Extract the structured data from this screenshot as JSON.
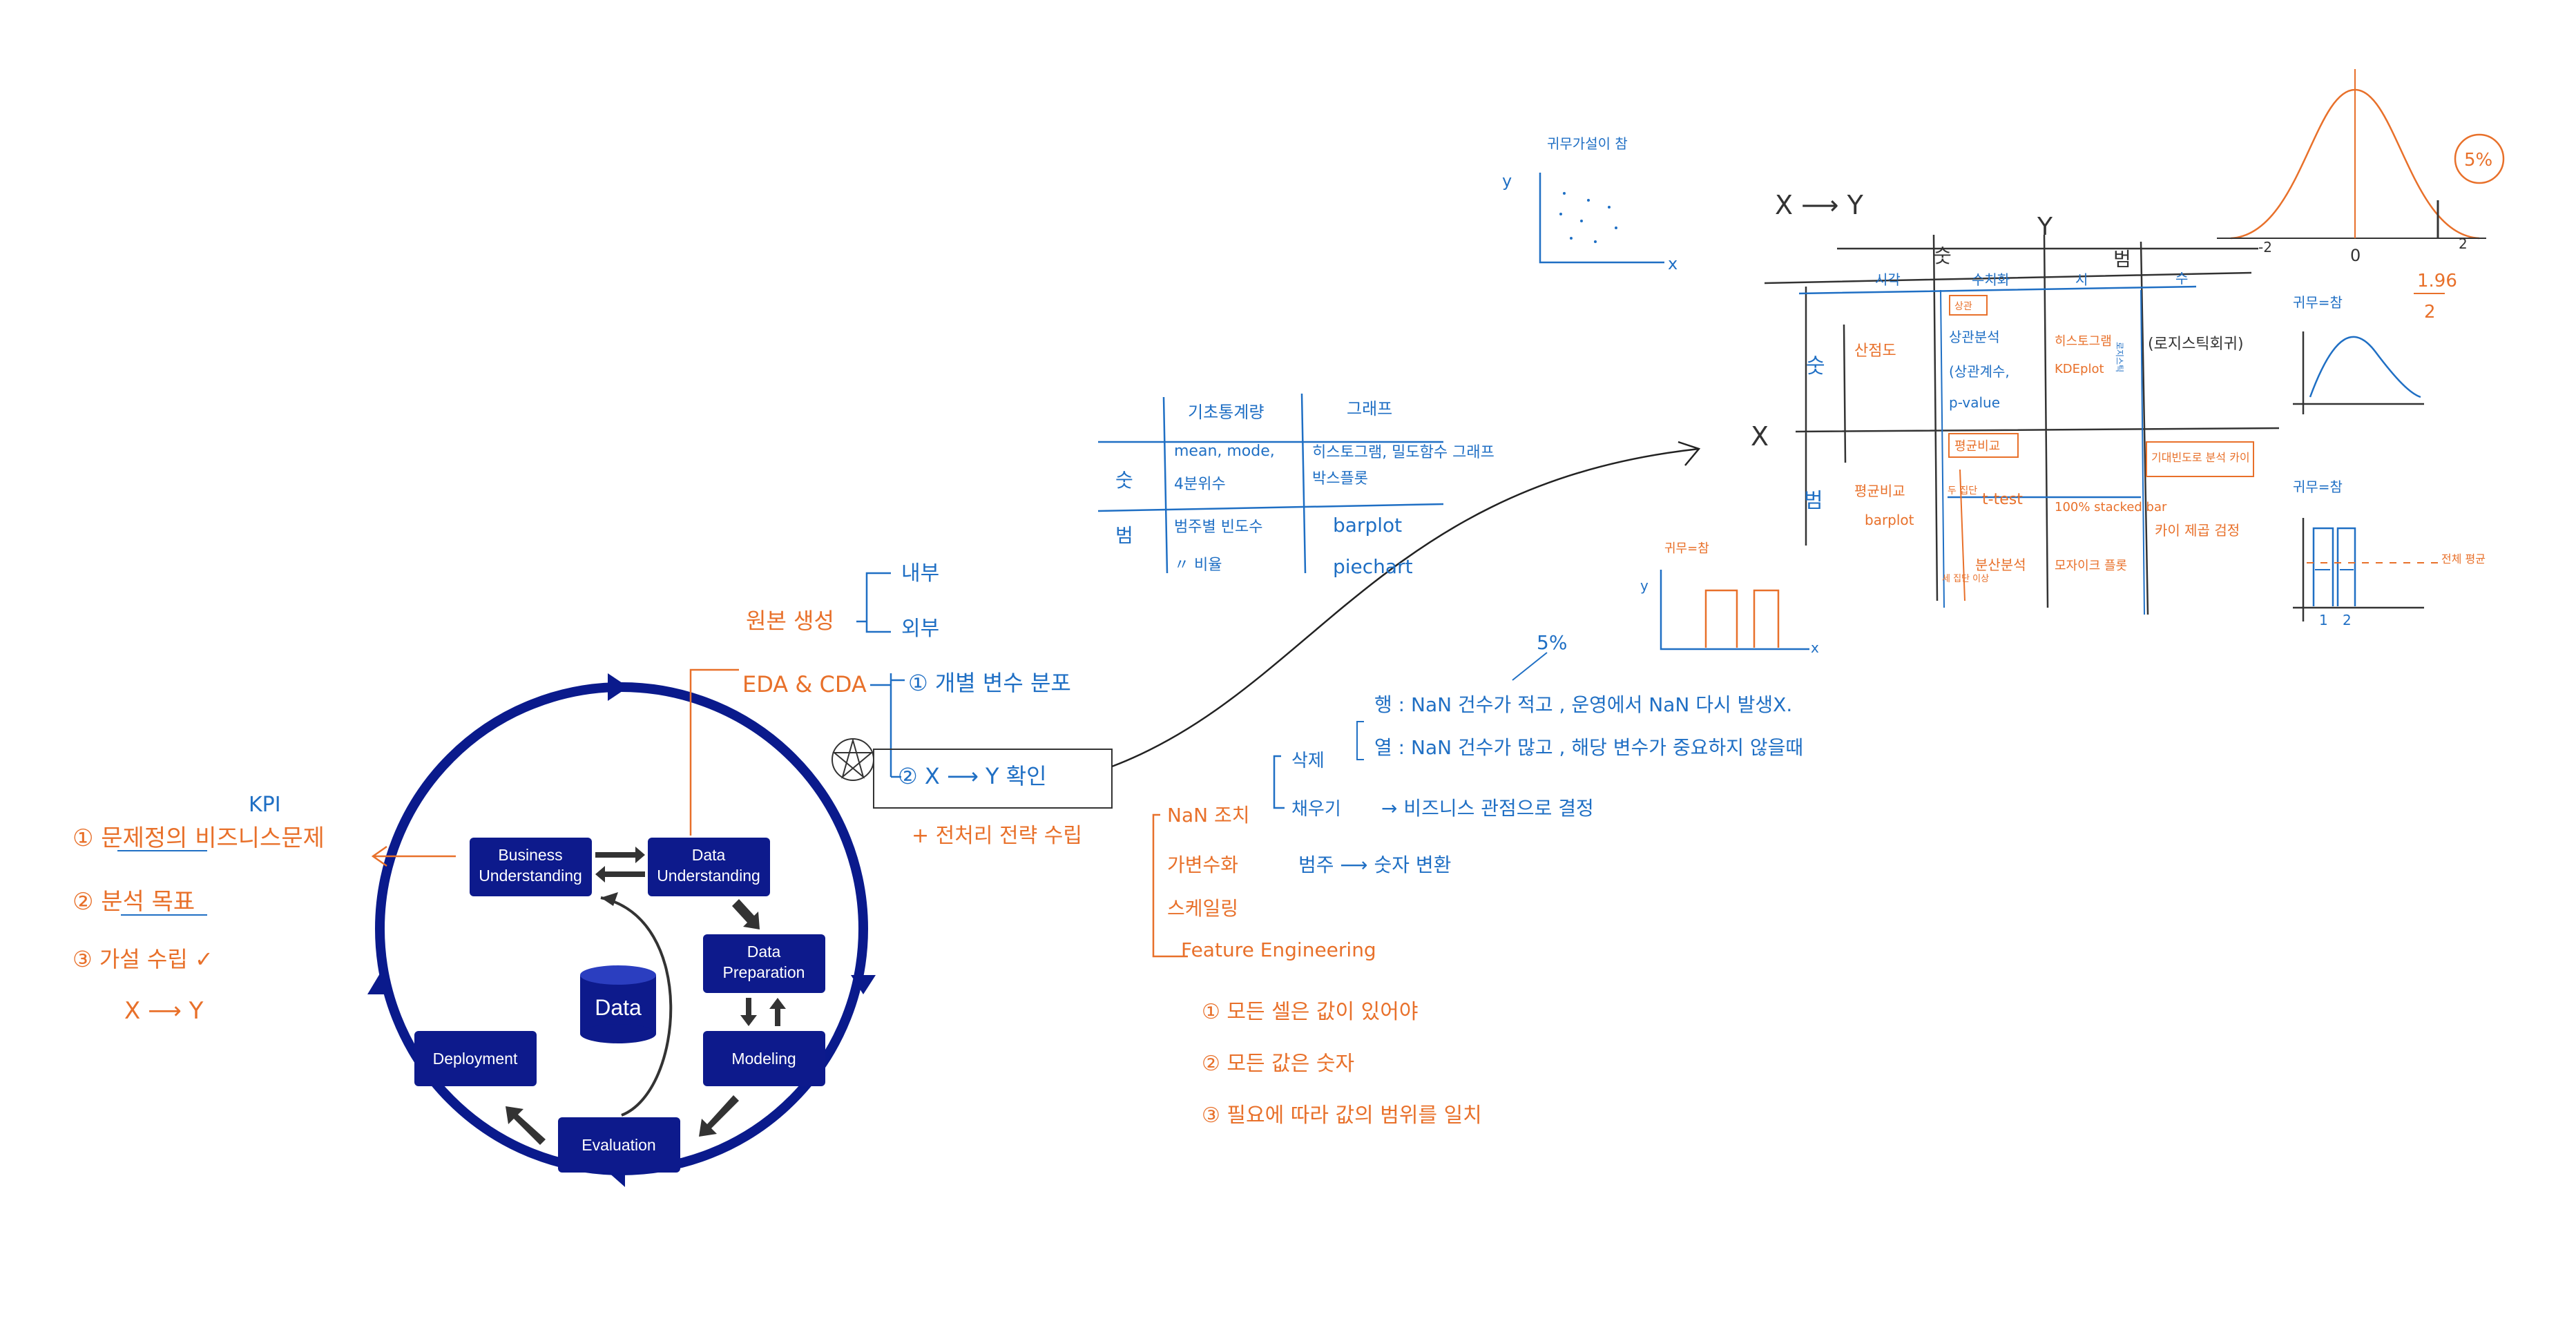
{
  "crisp_dm": {
    "nodes": {
      "business": [
        "Business",
        "Understanding"
      ],
      "data_understanding": [
        "Data",
        "Understanding"
      ],
      "data_preparation": [
        "Data",
        "Preparation"
      ],
      "modeling": "Modeling",
      "evaluation": "Evaluation",
      "deployment": "Deployment",
      "data": "Data"
    }
  },
  "notes_left": {
    "kpi": "KPI",
    "item1": "① 문제정의 비즈니스문제",
    "item2": "② 분석 목표",
    "item3": "③ 가설 수립 ✓",
    "xy": "X ⟶ Y"
  },
  "eda": {
    "source": "원본 생성",
    "internal": "내부",
    "external": "외부",
    "eda_cda": "EDA & CDA",
    "step1": "① 개별 변수 분포",
    "step2": "② X ⟶ Y 확인",
    "plus": "+ 전처리 전략 수립"
  },
  "preprocess": {
    "nan": "NaN 조치",
    "delete": "삭제",
    "fill": "채우기",
    "row": "행 : NaN 건수가 적고 , 운영에서 NaN 다시 발생X.",
    "col": "열 : NaN 건수가 많고 , 해당 변수가 중요하지 않을때",
    "business": "→ 비즈니스 관점으로 결정",
    "dummy": "가변수화",
    "dummy_detail": "범주 ⟶ 숫자 변환",
    "scaling": "스케일링",
    "feature": "Feature Engineering",
    "rule1": "① 모든 셀은 값이 있어야",
    "rule2": "② 모든 값은 숫자",
    "rule3": "③ 필요에 따라 값의 범위를 일치",
    "five_pct": "5%"
  },
  "stats_table": {
    "header1": "기초통계량",
    "header2": "그래프",
    "num": "숫",
    "cat": "범",
    "num_stats": [
      "mean, mode,",
      "4분위수"
    ],
    "num_graph": [
      "히스토그램, 밀도함수 그래프",
      "박스플롯"
    ],
    "cat_stats": [
      "범주별 빈도수",
      "〃  비율"
    ],
    "cat_graph": [
      "barplot",
      "piechart"
    ]
  },
  "xy_table": {
    "title": "X ⟶ Y",
    "y": "Y",
    "x": "X",
    "num": "숫",
    "cat": "범",
    "col_num1": "시각",
    "col_num2": "수치화",
    "col_cat1": "시",
    "col_cat2": "수",
    "corr": "상관",
    "scatter": "산점도",
    "corr_detail": [
      "상관분석",
      "(상관계수,",
      "p-value"
    ],
    "hist": [
      "히스토그램",
      "KDEplot"
    ],
    "hist_side": "로지스틱",
    "logistic": "(로지스틱회귀)",
    "mean_cmp": "평균비교",
    "mean_box": "평균비교",
    "bar": "barplot",
    "ttest": "t-test",
    "anova": "분산분석",
    "two_grp": "두 집단",
    "multi_grp": "세 집단 이상",
    "stacked": "100% stacked bar",
    "mosaic": "모자이크 플롯",
    "chi_box": "기대빈도로 분석 카이",
    "chi": "카이 제곱 검정"
  },
  "sketches": {
    "scatter_title": "귀무가설이 참",
    "y": "y",
    "x": "x",
    "bar_title": "귀무=참",
    "curve_title": "귀무=참",
    "bars_title": "귀무=참",
    "bars_label": "전체 평균",
    "tick1": "1",
    "tick2": "2",
    "normal_zero": "0",
    "normal_two": "2",
    "normal_196": "1.96",
    "normal_2": "2",
    "normal_5": "5%",
    "normal_left": "-2"
  }
}
